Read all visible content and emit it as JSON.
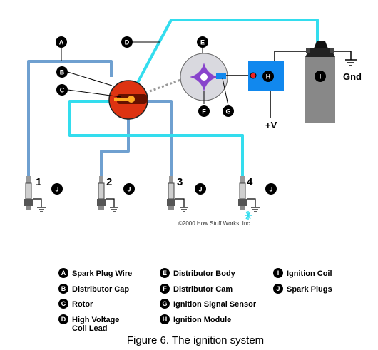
{
  "colors": {
    "plug_wire": "#6fa0d0",
    "coil_lead": "#33ddee",
    "cap_red": "#dd3311",
    "rotor_dark": "#661100",
    "rotor_orange": "#ffaa22",
    "dist_body": "#d9d9df",
    "cam_purple": "#8844cc",
    "module_blue": "#1188ee",
    "coil_grey": "#888888",
    "callout_bg": "#000000"
  },
  "callouts": {
    "A": "A",
    "B": "B",
    "C": "C",
    "D": "D",
    "E": "E",
    "F": "F",
    "G": "G",
    "H": "H",
    "I": "I",
    "J": "J"
  },
  "plug_numbers": [
    "1",
    "2",
    "3",
    "4"
  ],
  "labels": {
    "voltage": "+V",
    "ground": "Gnd",
    "copyright": "©2000 How Stuff Works, Inc."
  },
  "legend": [
    {
      "letter": "A",
      "text": "Spark Plug Wire"
    },
    {
      "letter": "B",
      "text": "Distributor Cap"
    },
    {
      "letter": "C",
      "text": "Rotor"
    },
    {
      "letter": "D",
      "text": "High Voltage",
      "text2": "Coil Lead"
    },
    {
      "letter": "E",
      "text": "Distributor Body"
    },
    {
      "letter": "F",
      "text": "Distributor Cam"
    },
    {
      "letter": "G",
      "text": "Ignition Signal Sensor"
    },
    {
      "letter": "H",
      "text": "Ignition Module"
    },
    {
      "letter": "I",
      "text": "Ignition Coil"
    },
    {
      "letter": "J",
      "text": "Spark Plugs"
    }
  ],
  "caption": "Figure 6. The ignition system"
}
